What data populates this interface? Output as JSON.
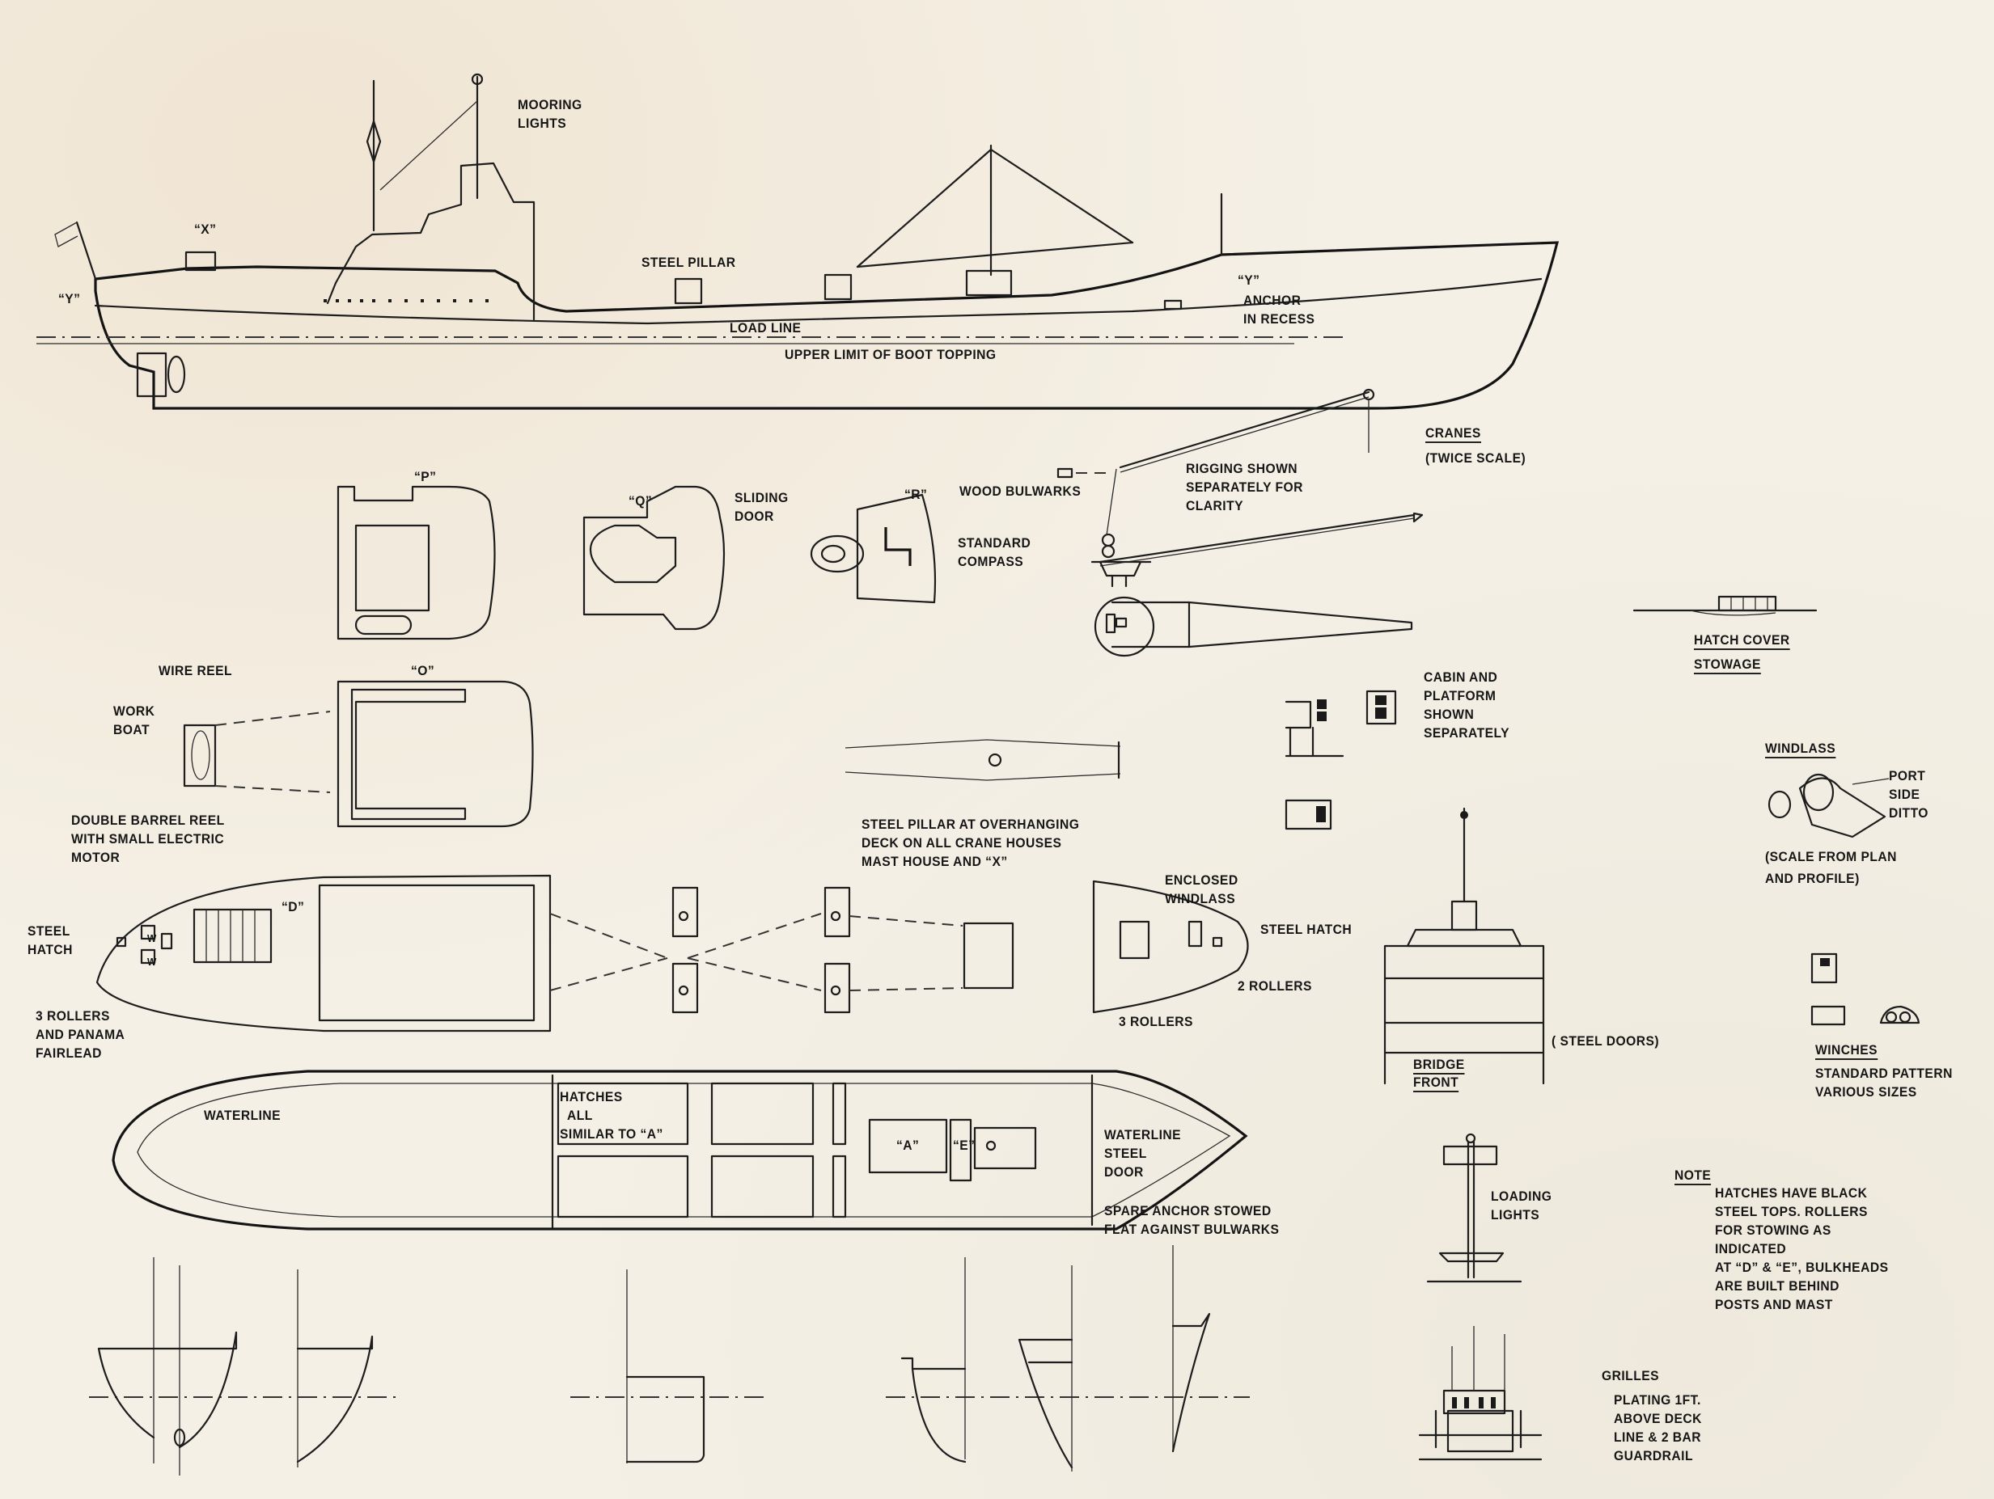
{
  "document": {
    "type": "ship model plan",
    "subject": "motor cargo ship — profile, deck plans, sections and details"
  },
  "profile": {
    "labels": {
      "mooring_lights": "MOORING\nLIGHTS",
      "x_mark": "“X”",
      "y_mark_stern": "“Y”",
      "y_mark_bow": "“Y”",
      "steel_pillar": "STEEL PILLAR",
      "anchor_in_recess": "ANCHOR\nIN RECESS",
      "load_line": "LOAD LINE",
      "boot_topping": "UPPER LIMIT OF BOOT TOPPING"
    }
  },
  "deckhouses": {
    "p": "“P”",
    "q": "“Q”",
    "r": "“R”",
    "o": "“O”",
    "d": "“D”",
    "sliding_door": "SLIDING\nDOOR",
    "wood_bulwarks": "WOOD BULWARKS",
    "standard_compass": "STANDARD\nCOMPASS"
  },
  "cranes": {
    "title": "CRANES",
    "scale": "(TWICE SCALE)",
    "rigging_note": "RIGGING SHOWN\nSEPARATELY FOR\nCLARITY",
    "cabin_note": "CABIN AND\nPLATFORM\nSHOWN\nSEPARATELY"
  },
  "hatch_cover": {
    "title_line1": "HATCH COVER",
    "title_line2": "STOWAGE"
  },
  "windlass": {
    "title": "WINDLASS",
    "port_side": "PORT\nSIDE\nDITTO",
    "scale": "(SCALE FROM PLAN\nAND PROFILE)"
  },
  "poop_plan": {
    "wire_reel": "WIRE REEL",
    "work_boat": "WORK\nBOAT",
    "double_barrel_reel": "DOUBLE BARREL REEL\nWITH SMALL ELECTRIC\nMOTOR",
    "steel_hatch": "STEEL\nHATCH",
    "rollers_fairlead": "3 ROLLERS\nAND PANAMA\nFAIRLEAD",
    "winch_mark": "W"
  },
  "midship": {
    "steel_pillar_note": "STEEL PILLAR AT OVERHANGING\nDECK ON ALL CRANE HOUSES\nMAST HOUSE AND “X”"
  },
  "forecastle": {
    "enclosed_windlass": "ENCLOSED\nWINDLASS",
    "steel_hatch": "STEEL HATCH",
    "two_rollers": "2 ROLLERS",
    "three_rollers": "3 ROLLERS"
  },
  "bridge_front": {
    "title_line1": "BRIDGE",
    "title_line2": "FRONT",
    "steel_doors": "( STEEL DOORS)"
  },
  "winches": {
    "title": "WINCHES",
    "subtitle": "STANDARD PATTERN\nVARIOUS SIZES"
  },
  "main_deck": {
    "waterline_aft": "WATERLINE",
    "hatches_note": "HATCHES\n  ALL\nSIMILAR TO “A”",
    "hatch_a": "“A”",
    "hatch_e": "“E”",
    "waterline_steel_door": "WATERLINE\nSTEEL\nDOOR",
    "spare_anchor": "SPARE ANCHOR STOWED\nFLAT AGAINST BULWARKS"
  },
  "mast": {
    "loading_lights": "LOADING\nLIGHTS"
  },
  "note": {
    "title": "NOTE",
    "body": "HATCHES HAVE BLACK\nSTEEL TOPS. ROLLERS\nFOR STOWING AS\nINDICATED\nAT “D” & “E”, BULKHEADS\nARE BUILT BEHIND\nPOSTS AND MAST"
  },
  "funnel_detail": {
    "grilles": "GRILLES",
    "plating": "PLATING 1FT.\nABOVE DECK\nLINE & 2 BAR\nGUARDRAIL"
  },
  "colors": {
    "paper": "#f4f0e6",
    "ink": "#1a1a1a"
  }
}
